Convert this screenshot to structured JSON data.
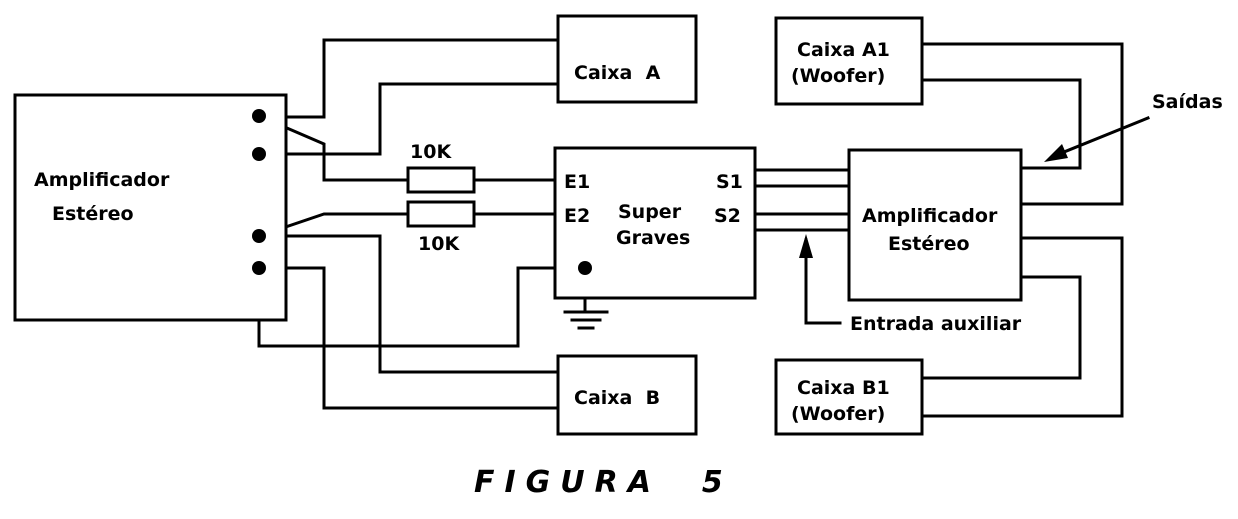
{
  "diagram": {
    "blocks": {
      "amp_left": [
        "Amplificador",
        "Estéreo"
      ],
      "caixa_a": "Caixa  A",
      "caixa_b": "Caixa  B",
      "caixa_a1": [
        "Caixa A1",
        "(Woofer)"
      ],
      "caixa_b1": [
        "Caixa B1",
        "(Woofer)"
      ],
      "super_graves": [
        "Super",
        "Graves"
      ],
      "amp_right": [
        "Amplificador",
        "Estéreo"
      ]
    },
    "ports": {
      "e1": "E1",
      "e2": "E2",
      "s1": "S1",
      "s2": "S2"
    },
    "resistors": {
      "r1": "10K",
      "r2": "10K"
    },
    "annotations": {
      "saidas": "Saídas",
      "entrada_auxiliar": "Entrada auxiliar"
    },
    "caption": "FIGURA  5"
  }
}
